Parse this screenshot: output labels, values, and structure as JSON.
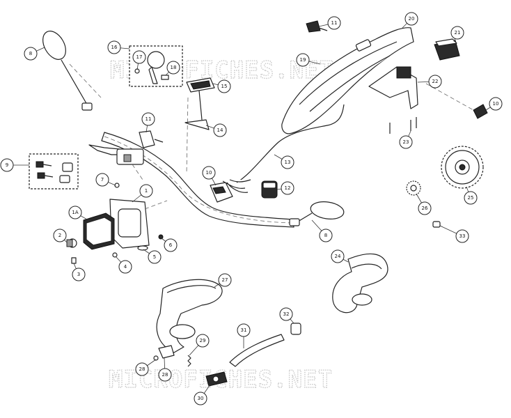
{
  "watermark": "MICROFICHES.NET",
  "colors": {
    "line": "#222222",
    "watermark": "#c9c9c9",
    "background": "#ffffff"
  },
  "callouts": [
    "1",
    "1A",
    "2",
    "3",
    "4",
    "5",
    "6",
    "7",
    "8",
    "8",
    "9",
    "10",
    "10",
    "11",
    "11",
    "12",
    "13",
    "14",
    "15",
    "16",
    "17",
    "18",
    "19",
    "20",
    "21",
    "22",
    "23",
    "24",
    "25",
    "26",
    "27",
    "28",
    "28",
    "29",
    "30",
    "31",
    "32",
    "33"
  ]
}
